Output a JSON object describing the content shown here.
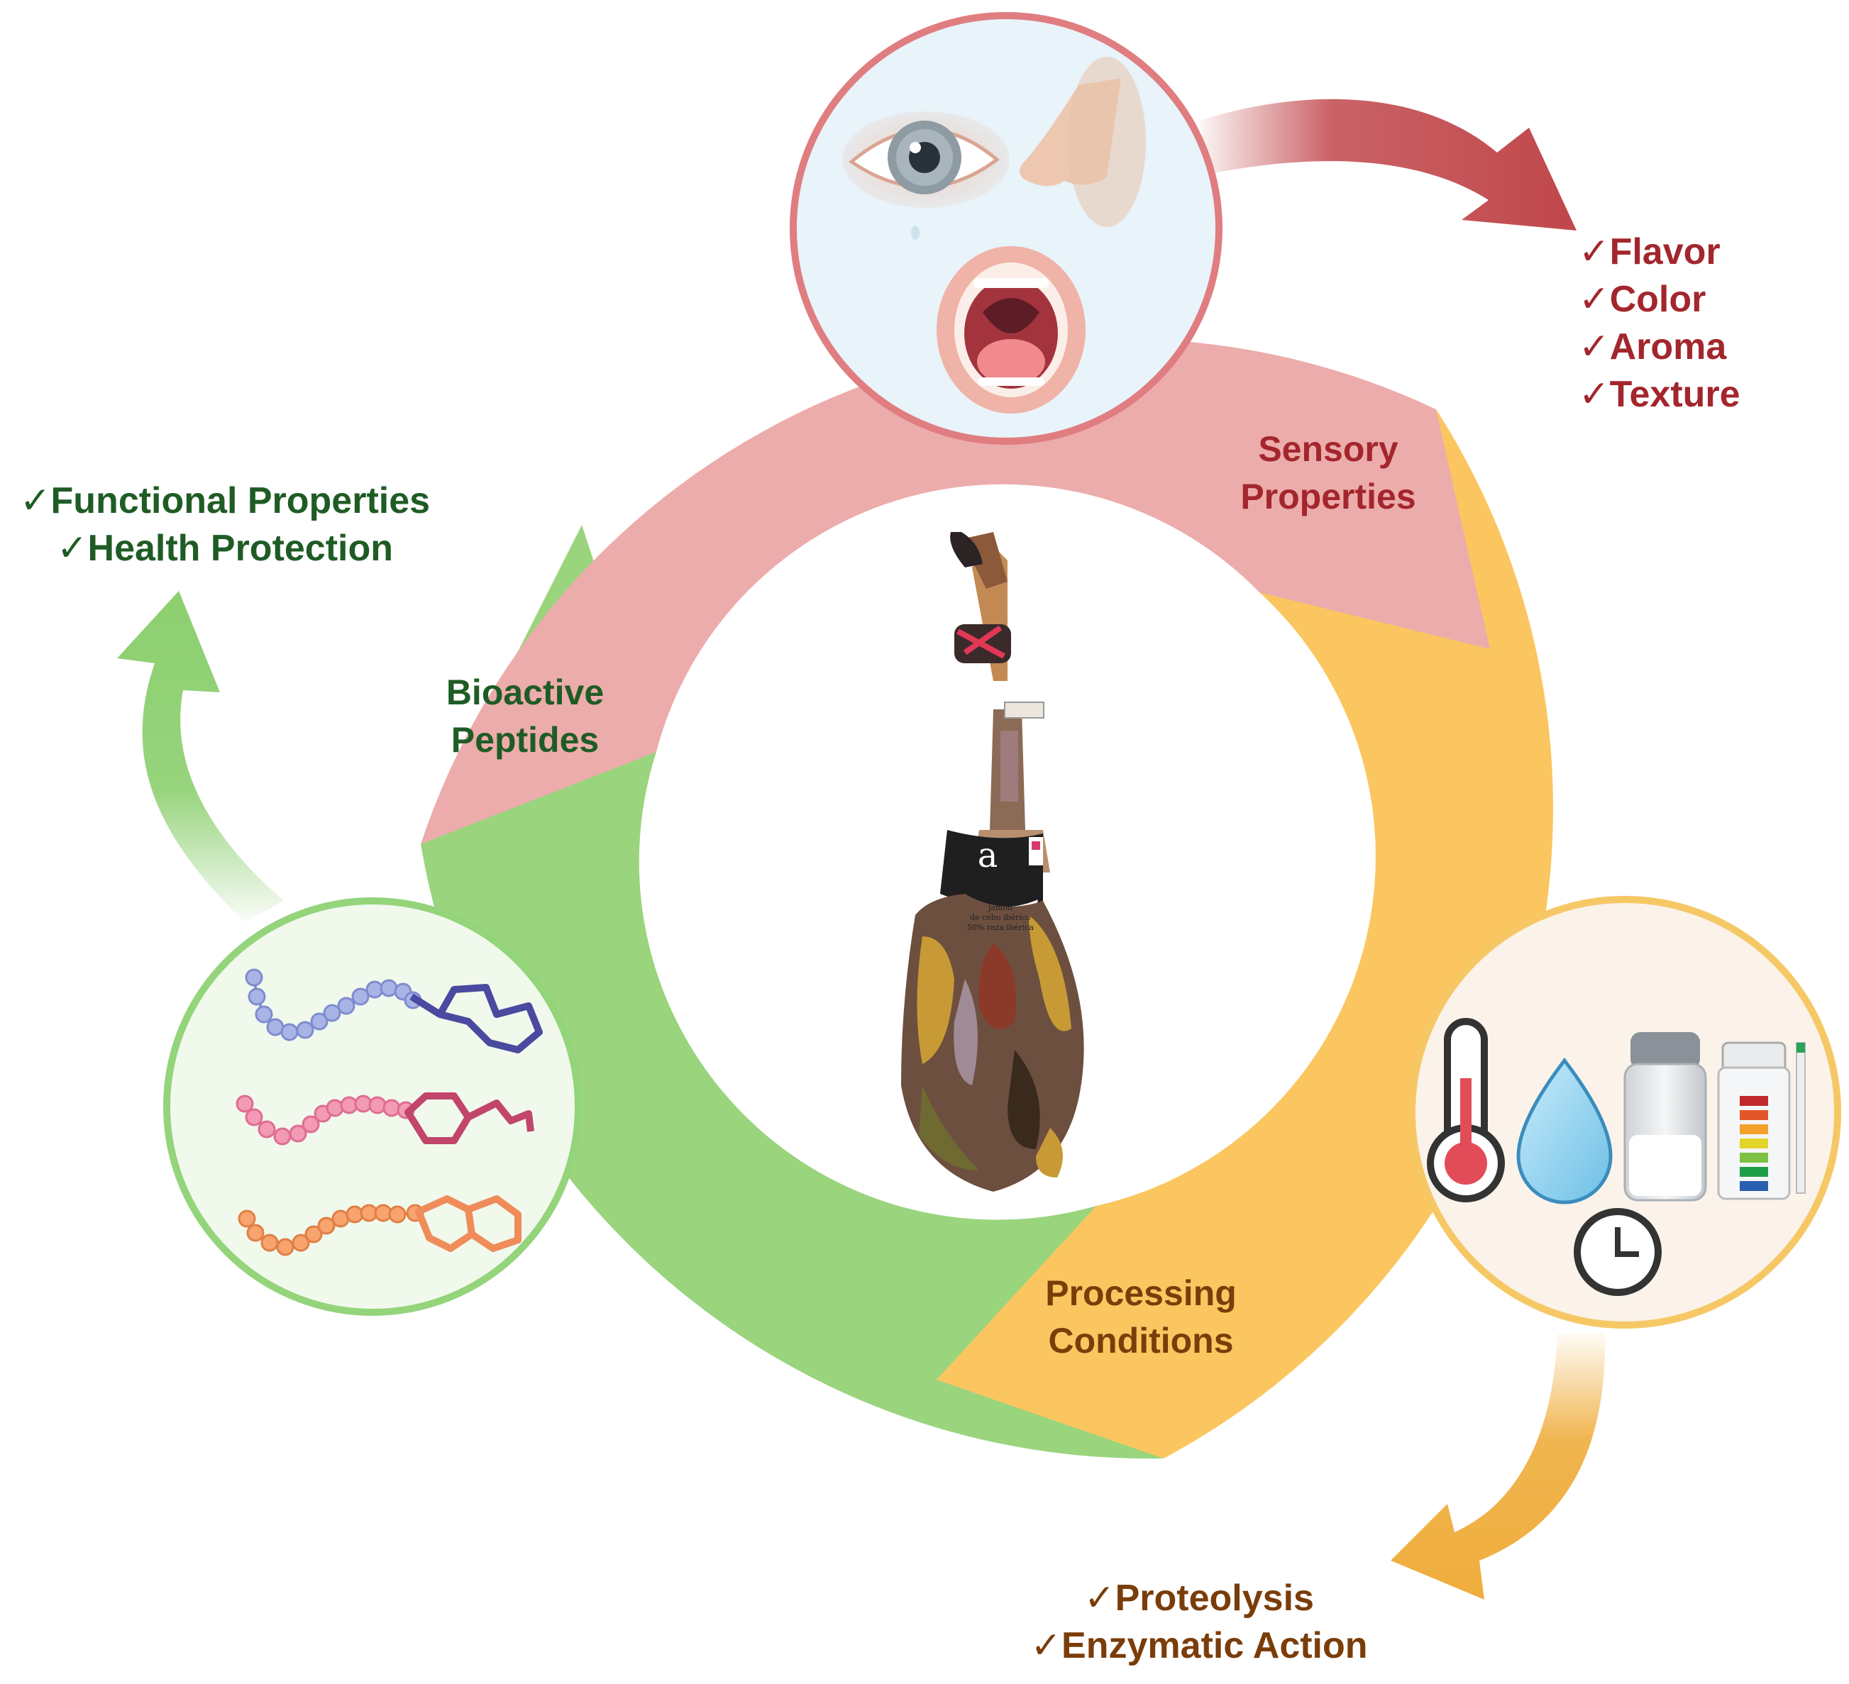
{
  "segments": {
    "sensory": {
      "label_line1": "Sensory",
      "label_line2": "Properties",
      "color": "#ecacab",
      "text_color": "#a3262d"
    },
    "processing": {
      "label_line1": "Processing",
      "label_line2": "Conditions",
      "color": "#fbc660",
      "text_color": "#7a3d0a"
    },
    "bioactive": {
      "label_line1": "Bioactive",
      "label_line2": "Peptides",
      "color": "#9ad47d",
      "text_color": "#1f5c25"
    }
  },
  "outcomes": {
    "sensory": [
      "✓Flavor",
      "✓Color",
      "✓Aroma",
      "✓Texture"
    ],
    "bioactive": [
      "✓Functional Properties",
      "✓Health Protection"
    ],
    "processing": [
      "✓Proteolysis",
      "✓Enzymatic Action"
    ]
  },
  "ham_label": {
    "logo": "a",
    "line1": "jamón",
    "line2": "de cebo ibérico",
    "line3": "50% raza ibérica"
  },
  "icons": [
    "eye-icon",
    "nose-icon",
    "mouth-icon",
    "thermometer-icon",
    "water-drop-icon",
    "salt-shaker-icon",
    "ph-strip-icon",
    "clock-icon",
    "peptide-chain-icon",
    "ham-icon"
  ],
  "colors": {
    "sensory_arrow": "#c0474b",
    "bioactive_arrow": "#8ccf6f",
    "processing_arrow": "#efad3c"
  }
}
